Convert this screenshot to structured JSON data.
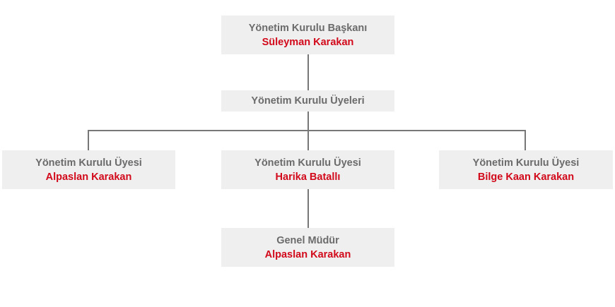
{
  "chart_data": {
    "type": "org-chart",
    "nodes": [
      {
        "id": "chairman",
        "role": "Yönetim Kurulu Başkanı",
        "name": "Süleyman Karakan"
      },
      {
        "id": "board",
        "role": "Yönetim Kurulu Üyeleri",
        "name": ""
      },
      {
        "id": "member1",
        "role": "Yönetim Kurulu Üyesi",
        "name": "Alpaslan Karakan"
      },
      {
        "id": "member2",
        "role": "Yönetim Kurulu Üyesi",
        "name": "Harika Batallı"
      },
      {
        "id": "member3",
        "role": "Yönetim Kurulu Üyesi",
        "name": "Bilge Kaan Karakan"
      },
      {
        "id": "gm",
        "role": "Genel Müdür",
        "name": "Alpaslan Karakan"
      }
    ],
    "edges": [
      [
        "chairman",
        "board"
      ],
      [
        "board",
        "member1"
      ],
      [
        "board",
        "member2"
      ],
      [
        "board",
        "member3"
      ],
      [
        "member2",
        "gm"
      ]
    ]
  },
  "colors": {
    "box_bg": "#efefef",
    "role_text": "#6b6b6b",
    "name_text": "#d2091a",
    "connector": "#777777"
  },
  "chairman": {
    "role": "Yönetim Kurulu Başkanı",
    "name": "Süleyman Karakan"
  },
  "board": {
    "role": "Yönetim Kurulu Üyeleri"
  },
  "members": [
    {
      "role": "Yönetim Kurulu Üyesi",
      "name": "Alpaslan Karakan"
    },
    {
      "role": "Yönetim Kurulu Üyesi",
      "name": "Harika Batallı"
    },
    {
      "role": "Yönetim Kurulu Üyesi",
      "name": "Bilge Kaan Karakan"
    }
  ],
  "general_manager": {
    "role": "Genel Müdür",
    "name": "Alpaslan Karakan"
  }
}
